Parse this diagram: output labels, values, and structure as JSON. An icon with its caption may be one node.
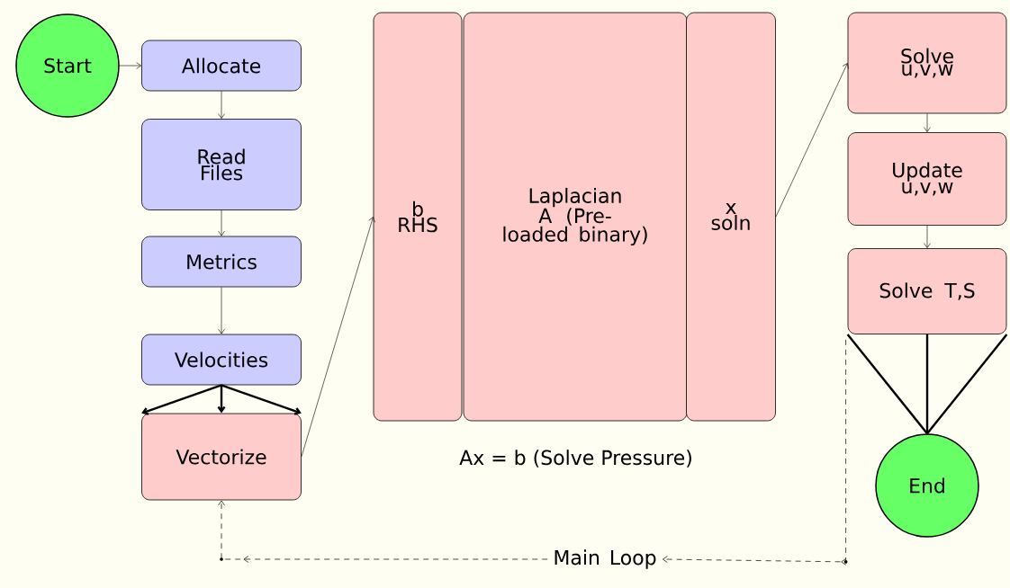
{
  "diagram": {
    "nodes": [
      {
        "text": [
          "Start"
        ]
      },
      {
        "text": [
          "Allocate"
        ]
      },
      {
        "text": [
          "Read Files"
        ]
      },
      {
        "text": [
          "Metrics"
        ]
      },
      {
        "text": [
          "Velocities"
        ]
      },
      {
        "text": [
          "Vectorize"
        ]
      },
      {
        "text": [
          "b RHS"
        ]
      },
      {
        "text": [
          "Laplacian A (Pre-loaded binary)"
        ]
      },
      {
        "text": [
          "x soln"
        ]
      },
      {
        "text": [
          "Solve u,v,w"
        ]
      },
      {
        "text": [
          "Update u,v,w"
        ]
      },
      {
        "text": [
          "Solve T,S"
        ]
      },
      {
        "text": [
          "End"
        ]
      },
      {
        "text": [
          "Main Loop"
        ]
      }
    ],
    "edges": [
      {
        "from": 0,
        "to": 1,
        "arrow": "to"
      },
      {
        "from": 1,
        "to": 2,
        "arrow": "to"
      },
      {
        "from": 2,
        "to": 3,
        "arrow": "to"
      },
      {
        "from": 3,
        "to": 4,
        "arrow": "to"
      },
      {
        "from": 4,
        "to": 5,
        "arrow": "to",
        "style": "thick"
      },
      {
        "from": 4,
        "to": 5,
        "arrow": "to",
        "style": "thick"
      },
      {
        "from": 4,
        "to": 5,
        "arrow": "to",
        "style": "thick"
      },
      {
        "from": 5,
        "to": 6,
        "arrow": "to"
      },
      {
        "from": 8,
        "to": 9,
        "arrow": "to"
      },
      {
        "from": 9,
        "to": 10,
        "arrow": "to"
      },
      {
        "from": 10,
        "to": 11,
        "arrow": "to"
      },
      {
        "from": 11,
        "to": 12,
        "arrow": "none",
        "style": "thick"
      },
      {
        "from": 11,
        "to": 12,
        "arrow": "none",
        "style": "thick"
      },
      {
        "from": 11,
        "to": 12,
        "arrow": "none",
        "style": "thick"
      },
      {
        "from": 11,
        "to": 13,
        "arrow": "to",
        "style": "dashed"
      },
      {
        "from": 13,
        "to": 5,
        "arrow": "to",
        "style": "dashed"
      }
    ],
    "labels": [
      "Ax = b (Solve Pressure)"
    ]
  }
}
